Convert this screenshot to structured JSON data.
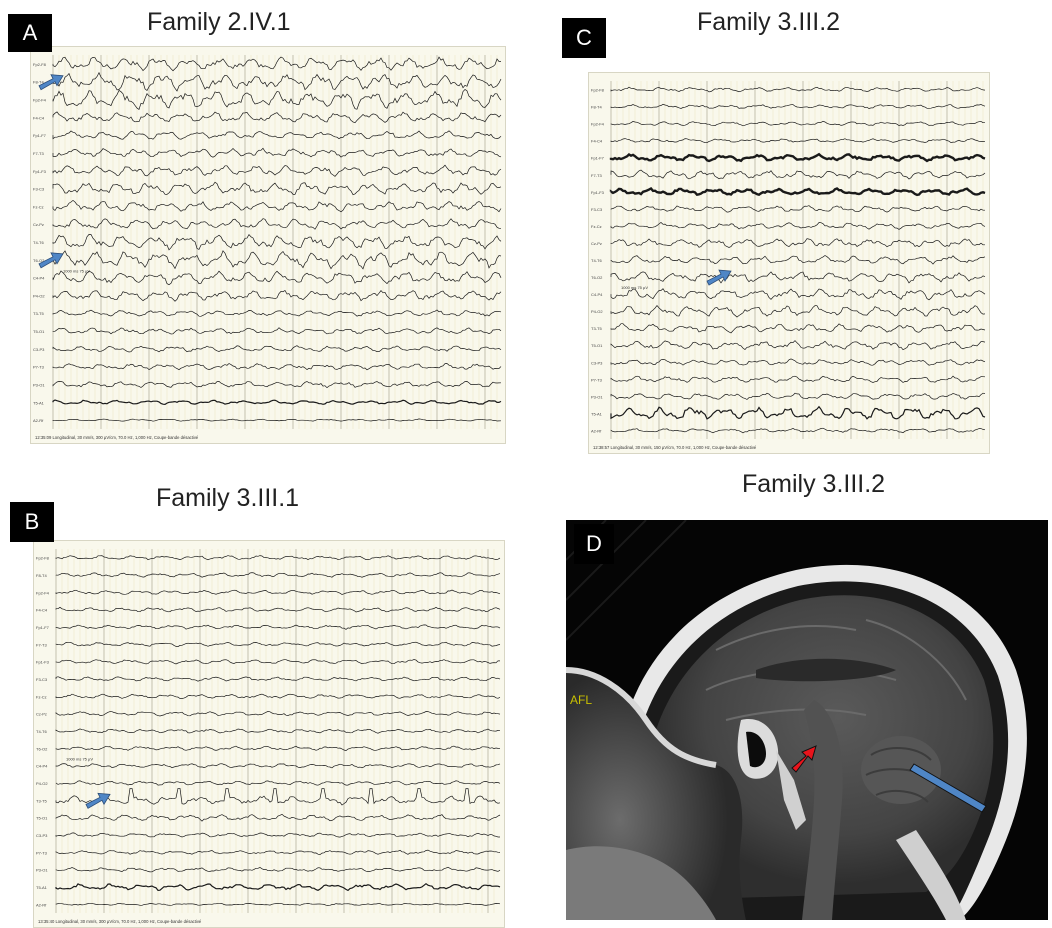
{
  "panels": [
    {
      "id": "A",
      "letter": "A",
      "title": "Family 2.IV.1",
      "type": "eeg",
      "channels": [
        "Fp2-F8",
        "F8-T4",
        "Fp2-F4",
        "F4-C4",
        "Fp1-F7",
        "F7-T3",
        "Fp1-F3",
        "F3-C3",
        "Fz-Cz",
        "Cz-Pz",
        "T4-T6",
        "T6-O2",
        "C4-P4",
        "P4-O2",
        "T3-T5",
        "T5-O1",
        "C3-P3",
        "P7-T3",
        "P3-O1",
        "T5-A1",
        "A2-Rf"
      ],
      "footer": "12:35:09 Longitudinal, 30 mm/s, 300 µV/cm, 70.0 Hz, 1,000 Hz, Coupe-bande désactivé",
      "scale_bar": [
        "1000 ms",
        "75 µV"
      ],
      "arrow_color": "#4f86c6"
    },
    {
      "id": "B",
      "letter": "B",
      "title": "Family 3.III.1",
      "type": "eeg",
      "channels": [
        "Fp2-F8",
        "F8-T4",
        "Fp2-F4",
        "F4-C4",
        "Fp1-F7",
        "F7-T3",
        "Fp1-F3",
        "F3-C3",
        "Fz-Cz",
        "Cz-Pz",
        "T4-T6",
        "T6-O2",
        "C4-P4",
        "P4-O2",
        "T3-T5",
        "T5-O1",
        "C3-P3",
        "P7-T3",
        "P3-O1",
        "T5-A1",
        "A2-Rf"
      ],
      "footer": "13:35:40 Longitudinal, 30 mm/s, 300 µV/cm, 70.0 Hz, 1,000 Hz, Coupe-bande désactivé",
      "scale_bar": [
        "1000 ms",
        "75 µV"
      ],
      "arrow_color": "#4f86c6"
    },
    {
      "id": "C",
      "letter": "C",
      "title": "Family 3.III.2",
      "type": "eeg",
      "channels": [
        "Fp2-F8",
        "F8-T4",
        "Fp2-F4",
        "F4-C4",
        "Fp1-F7",
        "F7-T3",
        "Fp1-F3",
        "F3-C3",
        "Fz-Cz",
        "Cz-Pz",
        "T4-T6",
        "T6-O2",
        "C4-P4",
        "P4-O2",
        "T3-T5",
        "T5-O1",
        "C3-P3",
        "P7-T3",
        "P3-O1",
        "T5-A1",
        "A2-Rf"
      ],
      "footer": "12:38:57 Longitudinal, 30 mm/s, 150 µV/cm, 70.0 Hz, 1,000 Hz, Coupe-bande désactivé",
      "scale_bar": [
        "1000 ms",
        "75 µV"
      ],
      "arrow_color": "#4f86c6"
    },
    {
      "id": "D",
      "letter": "D",
      "title": "Family 3.III.2",
      "type": "mri",
      "overlay_label": "AFL",
      "overlay_label_color": "#c9c000",
      "arrow_colors": [
        "#e8141c",
        "#4f86c6"
      ]
    }
  ]
}
